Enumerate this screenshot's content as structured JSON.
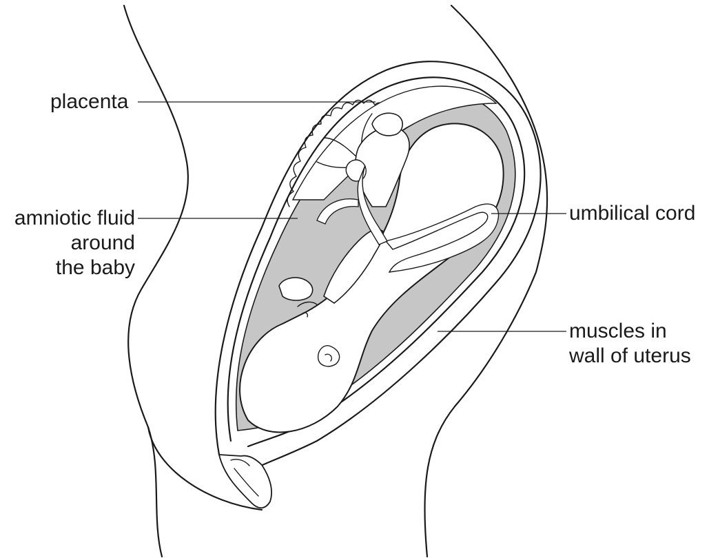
{
  "labels": {
    "placenta": "placenta",
    "amniotic_line1": "amniotic fluid",
    "amniotic_line2": "around",
    "amniotic_line3": "the baby",
    "umbilical_cord": "umbilical cord",
    "muscles_line1": "muscles in",
    "muscles_line2": "wall of uterus"
  },
  "colors": {
    "ink": "#1a1a1a",
    "fluid": "#c6c6c6",
    "background": "#ffffff"
  }
}
